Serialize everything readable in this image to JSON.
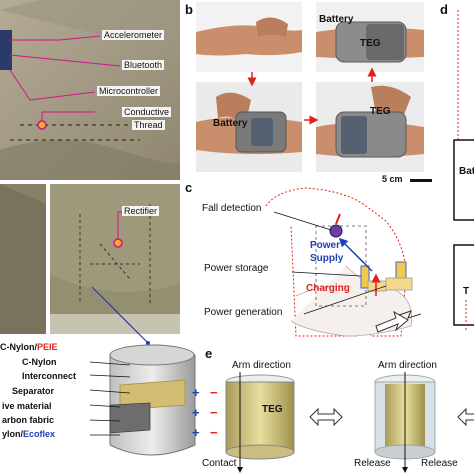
{
  "panels": {
    "b": "b",
    "c": "c",
    "d": "d",
    "e": "e"
  },
  "panel_a": {
    "labels": [
      "Accelerometer",
      "Bluetooth",
      "Microcontroller",
      "Conductive",
      "Thread"
    ],
    "rectifier": "Rectifier"
  },
  "panel_b": {
    "battery_top": "Battery",
    "teg_top": "TEG",
    "battery_bottom": "Battery",
    "teg_bottom": "TEG",
    "scale": "5 cm"
  },
  "panel_c": {
    "fall_detection": "Fall detection",
    "power_supply_1": "Power",
    "power_supply_2": "Supply",
    "power_storage": "Power storage",
    "charging": "Charging",
    "power_generation": "Power generation"
  },
  "panel_d": {
    "partial_1": "Bat",
    "partial_2": "T"
  },
  "panel_layers": {
    "layer1_prefix": "C-Nylon/",
    "layer1_suffix": "PEIE",
    "layer2": "C-Nylon",
    "layer3": "Interconnect",
    "layer4": "Separator",
    "layer5": "ive material",
    "layer6": "arbon fabric",
    "layer7_prefix": "ylon/",
    "layer7_suffix": "Ecoflex"
  },
  "panel_e": {
    "arm_direction_1": "Arm direction",
    "teg": "TEG",
    "contact": "Contact",
    "arm_direction_2": "Arm direction",
    "release_1": "Release",
    "release_2": "Release",
    "plus": "+",
    "minus": "−"
  },
  "colors": {
    "magenta": "#d6118a",
    "red": "#e0201b",
    "blue": "#1f3fb8"
  }
}
